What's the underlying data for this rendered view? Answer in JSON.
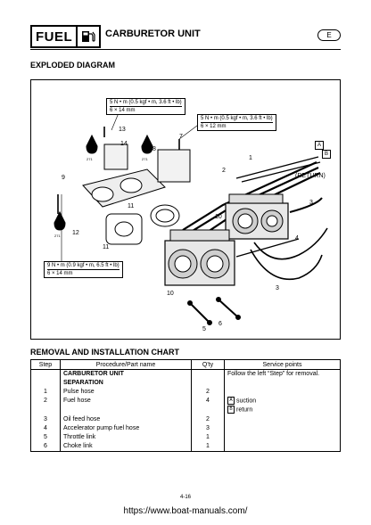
{
  "header": {
    "section_word": "FUEL",
    "title": "CARBURETOR UNIT",
    "lang_badge": "E",
    "icon": "fuel-pump-icon"
  },
  "diagram_section": {
    "heading": "EXPLODED DIAGRAM",
    "torque_specs": [
      {
        "value": "5 N • m (0.5 kgf • m, 3.6 ft • lb)",
        "size": "6 × 14 mm"
      },
      {
        "value": "5 N • m (0.5 kgf • m, 3.6 ft • lb)",
        "size": "6 × 12 mm"
      },
      {
        "value": "9 N • m (0.9 kgf • m, 6.5 ft • lb)",
        "size": "6 × 14 mm"
      }
    ],
    "callouts": [
      "13",
      "14",
      "8",
      "7",
      "9",
      "12",
      "11",
      "11",
      "10",
      "10",
      "2",
      "1",
      "3",
      "3",
      "4",
      "5",
      "6"
    ],
    "return_label": "(RETURN)",
    "box_a": "A",
    "box_b": "B",
    "adhesive_label": "271"
  },
  "chart_section": {
    "heading": "REMOVAL AND INSTALLATION CHART",
    "columns": [
      "Step",
      "Procedure/Part name",
      "Q'ty",
      "Service points"
    ],
    "group": {
      "title_line1": "CARBURETOR UNIT",
      "title_line2": "SEPARATION",
      "service": "Follow the left “Step” for removal."
    },
    "rows": [
      {
        "step": "1",
        "part": "Pulse hose",
        "qty": "2",
        "service": ""
      },
      {
        "step": "2",
        "part": "Fuel hose",
        "qty": "4",
        "service": "suction",
        "service2": "return"
      },
      {
        "step": "3",
        "part": "Oil feed hose",
        "qty": "2",
        "service": ""
      },
      {
        "step": "4",
        "part": "Accelerator pump fuel hose",
        "qty": "3",
        "service": ""
      },
      {
        "step": "5",
        "part": "Throttle link",
        "qty": "1",
        "service": ""
      },
      {
        "step": "6",
        "part": "Choke link",
        "qty": "1",
        "service": ""
      }
    ],
    "marker_a": "A",
    "marker_b": "B"
  },
  "footer": {
    "page_number": "4-16",
    "url": "https://www.boat-manuals.com/"
  }
}
